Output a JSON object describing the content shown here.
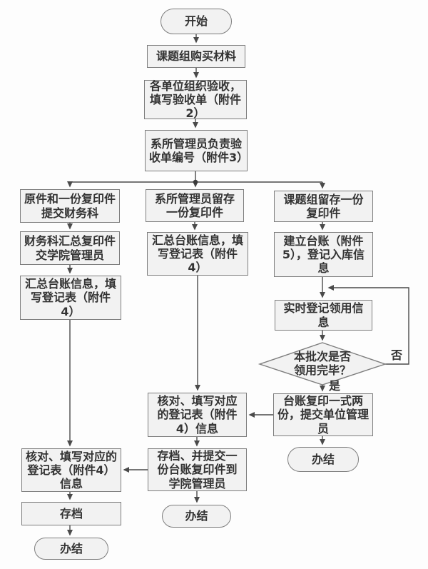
{
  "diagram": {
    "type": "flowchart",
    "colors": {
      "node_fill": "#f2f2f2",
      "node_border": "#7d7d7d",
      "line": "#4a4a4a",
      "text": "#333333",
      "background": "#fdfdfd"
    },
    "nodes": {
      "start": "开始",
      "buy": "课题组购买材料",
      "acceptance": "各单位组织验收，填写验收单（附件2）",
      "numbering": "系所管理员负责验收单编号（附件3）",
      "submit_finance": "原件和一份复印件提交财务科",
      "keep_copy_dept": "系所管理员留存一份复印件",
      "keep_copy_group": "课题组留存一份复印件",
      "finance_forward": "财务科汇总复印件交学院管理员",
      "ledger_info_mid": "汇总台账信息，填写登记表（附件4）",
      "create_ledger": "建立台账（附件5），登记入库信息",
      "ledger_info_left": "汇总台账信息，填写登记表（附件4）",
      "register_usage": "实时登记领用信息",
      "decision_batch_done": "本批次是否领用完毕？",
      "copy_ledger": "台账复印一式两份，提交单位管理员",
      "verify_mid": "核对、填写对应的登记表（附件4）信息",
      "archive_submit": "存档、并提交一份台账复印件到学院管理员",
      "verify_left": "核对、填写对应的登记表（附件4）信息",
      "archive": "存档",
      "end_left": "办结",
      "end_mid": "办结",
      "end_right": "办结"
    },
    "edge_labels": {
      "yes": "是",
      "no": "否"
    }
  }
}
